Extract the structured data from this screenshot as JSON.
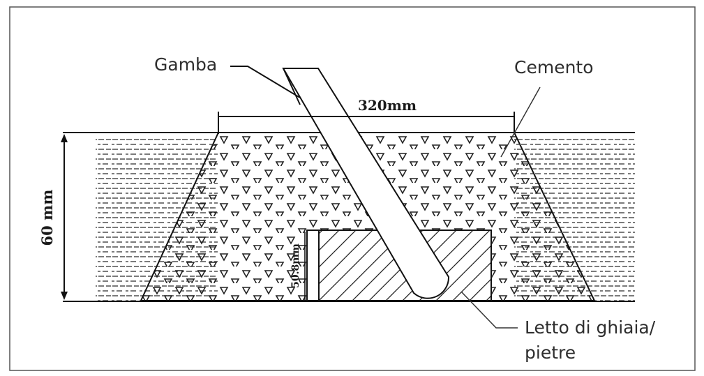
{
  "labels": {
    "leg": "Gamba",
    "cement": "Cemento",
    "gravel_line1": "Letto di ghiaia/",
    "gravel_line2": "pietre"
  },
  "dimensions": {
    "width": "320mm",
    "height": "60 mm",
    "gravel_height": "50.8mm"
  }
}
